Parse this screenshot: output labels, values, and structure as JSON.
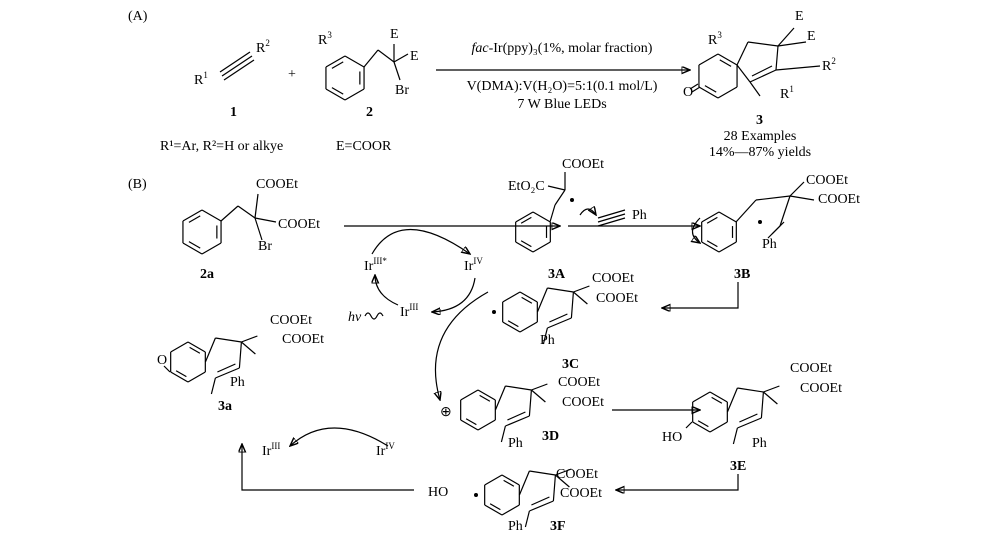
{
  "partA": {
    "label": "(A)",
    "r1": "R",
    "r1sup": "1",
    "r2": "R",
    "r2sup": "2",
    "cmpd1": "1",
    "plus": "+",
    "r3": "R",
    "r3sup": "3",
    "e": "E",
    "br": "Br",
    "cmpd2": "2",
    "cond1": "R¹=Ar, R²=H or alkye",
    "cond2": "E=COOR",
    "above_arrow_italic": "fac",
    "above_arrow": "-Ir(ppy)₃(1%, molar fraction)",
    "below_arrow1": "V(DMA):V(H₂O)=5:1(0.1 mol/L)",
    "below_arrow2": "7 W Blue LEDs",
    "o": "O",
    "cmpd3": "3",
    "examples": "28 Examples",
    "yields": "14%—87% yields"
  },
  "partB": {
    "label": "(B)",
    "cooet": "COOEt",
    "eto2c": "EtO₂C",
    "br": "Br",
    "ph": "Ph",
    "ho": "HO",
    "o": "O",
    "c2a": "2a",
    "c3A": "3A",
    "c3B": "3B",
    "c3C": "3C",
    "c3D": "3D",
    "c3E": "3E",
    "c3F": "3F",
    "c3a": "3a",
    "ir": "Ir",
    "iii_star": "III*",
    "iv": "IV",
    "iii": "III",
    "hv": "hv",
    "plus_circle": "⊕"
  }
}
